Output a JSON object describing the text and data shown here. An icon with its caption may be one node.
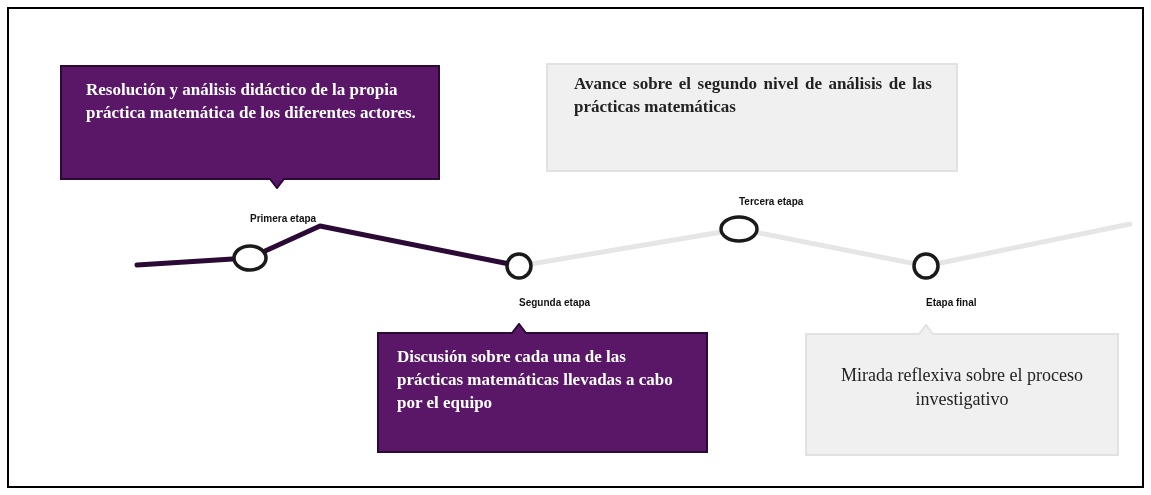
{
  "diagram": {
    "nodes": [
      {
        "text": [
          "Resolución y análisis didáctico de la propia práctica matemática de los diferentes actores."
        ]
      },
      {
        "text": [
          "Avance sobre el segundo nivel de análisis de las prácticas matemáticas"
        ]
      },
      {
        "text": [],
        "shape": "circle",
        "beside": [
          "Primera etapa"
        ]
      },
      {
        "text": [],
        "shape": "circle",
        "beside": [
          "Segunda etapa"
        ]
      },
      {
        "text": [],
        "shape": "circle",
        "beside": [
          "Tercera etapa"
        ]
      },
      {
        "text": [],
        "shape": "circle",
        "beside": [
          "Etapa final"
        ]
      },
      {
        "text": [
          "Discusión sobre cada una de las prácticas matemáticas llevadas a cabo por el equipo"
        ]
      },
      {
        "text": [
          "Mirada reflexiva sobre el proceso investigativo"
        ]
      }
    ],
    "edges": [
      {
        "from": null,
        "to": 2,
        "arrow": "none",
        "color": "#2b0a36"
      },
      {
        "from": 2,
        "to": 3,
        "arrow": "none",
        "color": "#2b0a36"
      },
      {
        "from": 3,
        "to": 4,
        "arrow": "none"
      },
      {
        "from": 4,
        "to": 5,
        "arrow": "none"
      },
      {
        "from": 5,
        "to": null,
        "arrow": "none"
      }
    ]
  }
}
